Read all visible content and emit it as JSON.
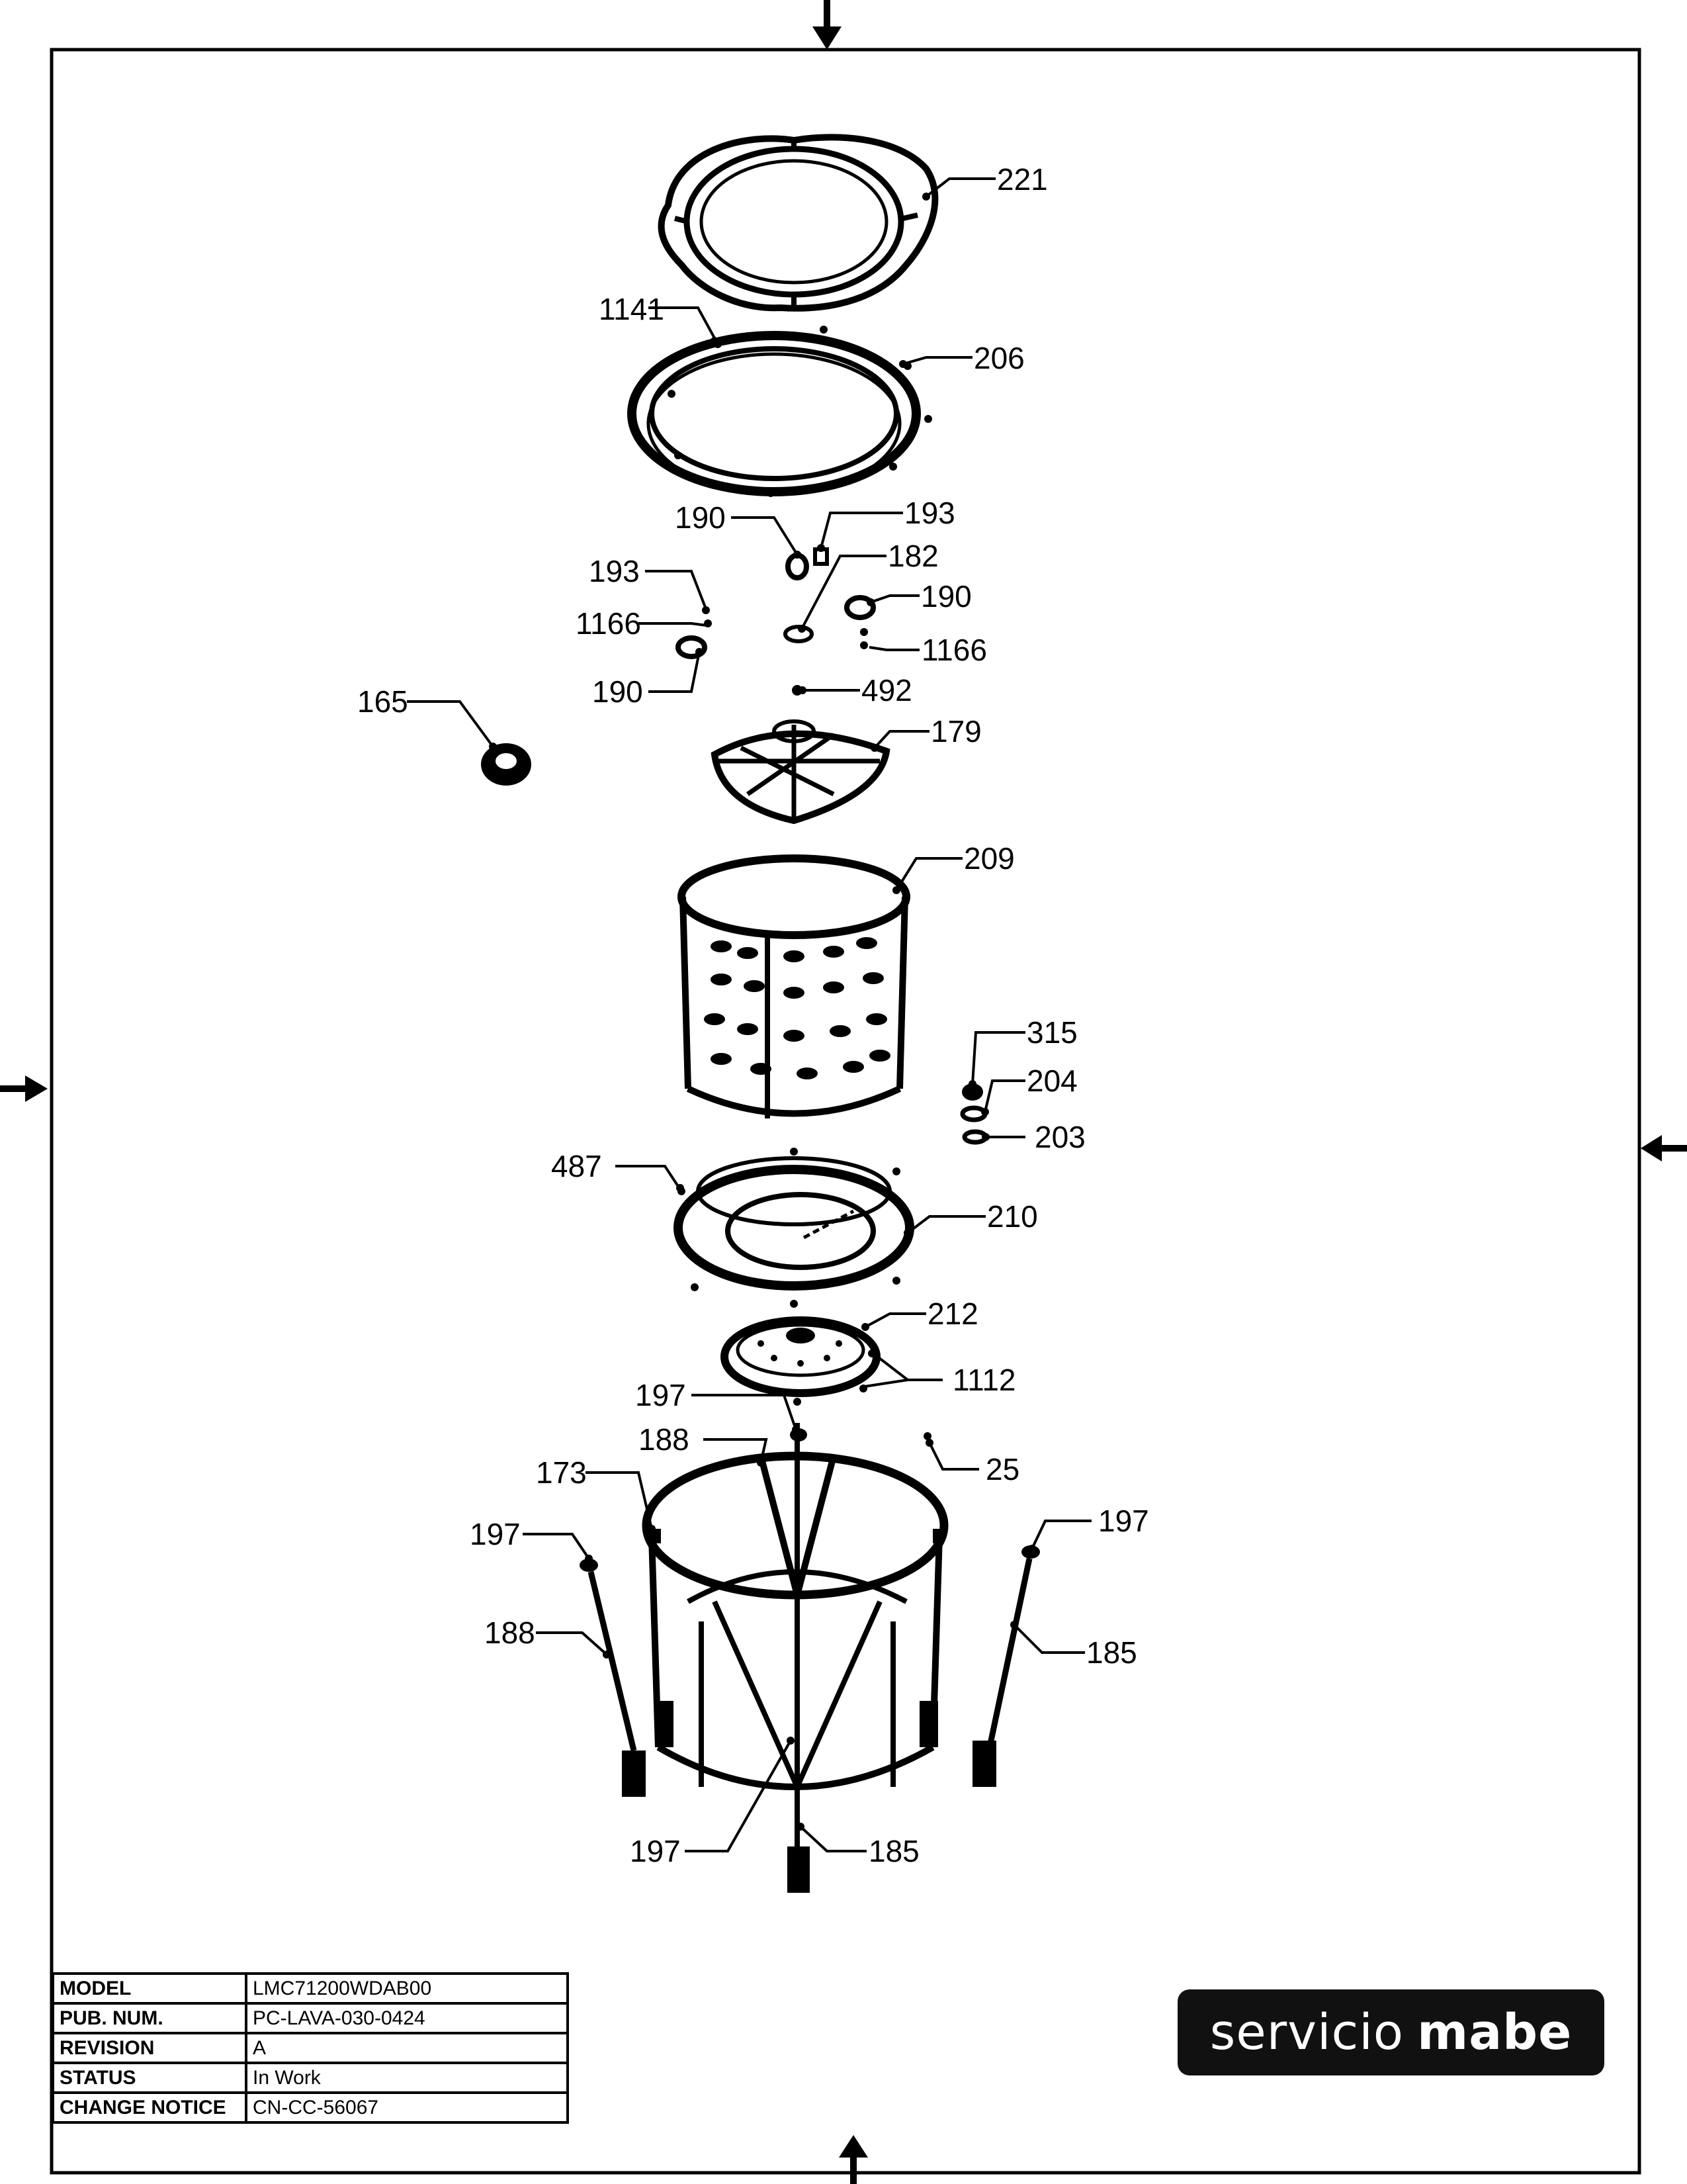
{
  "callouts": [
    {
      "id": "c221",
      "text": "221"
    },
    {
      "id": "c1141",
      "text": "1141"
    },
    {
      "id": "c206",
      "text": "206"
    },
    {
      "id": "c190a",
      "text": "190"
    },
    {
      "id": "c193a",
      "text": "193"
    },
    {
      "id": "c182",
      "text": "182"
    },
    {
      "id": "c193b",
      "text": "193"
    },
    {
      "id": "c190b",
      "text": "190"
    },
    {
      "id": "c1166a",
      "text": "1166"
    },
    {
      "id": "c1166b",
      "text": "1166"
    },
    {
      "id": "c190c",
      "text": "190"
    },
    {
      "id": "c492",
      "text": "492"
    },
    {
      "id": "c165",
      "text": "165"
    },
    {
      "id": "c179",
      "text": "179"
    },
    {
      "id": "c209",
      "text": "209"
    },
    {
      "id": "c315",
      "text": "315"
    },
    {
      "id": "c204",
      "text": "204"
    },
    {
      "id": "c203",
      "text": "203"
    },
    {
      "id": "c487",
      "text": "487"
    },
    {
      "id": "c210",
      "text": "210"
    },
    {
      "id": "c212",
      "text": "212"
    },
    {
      "id": "c1112",
      "text": "1112"
    },
    {
      "id": "c197a",
      "text": "197"
    },
    {
      "id": "c188a",
      "text": "188"
    },
    {
      "id": "c25",
      "text": "25"
    },
    {
      "id": "c173",
      "text": "173"
    },
    {
      "id": "c197b",
      "text": "197"
    },
    {
      "id": "c197c",
      "text": "197"
    },
    {
      "id": "c188b",
      "text": "188"
    },
    {
      "id": "c185a",
      "text": "185"
    },
    {
      "id": "c197d",
      "text": "197"
    },
    {
      "id": "c185b",
      "text": "185"
    }
  ],
  "title_block": {
    "rows": [
      {
        "key": "MODEL",
        "value": "LMC71200WDAB00"
      },
      {
        "key": "PUB. NUM.",
        "value": "PC-LAVA-030-0424"
      },
      {
        "key": "REVISION",
        "value": "A"
      },
      {
        "key": "STATUS",
        "value": "In Work"
      },
      {
        "key": "CHANGE NOTICE",
        "value": "CN-CC-56067"
      }
    ]
  },
  "logo": {
    "light": "servicio",
    "bold": "mabe"
  }
}
